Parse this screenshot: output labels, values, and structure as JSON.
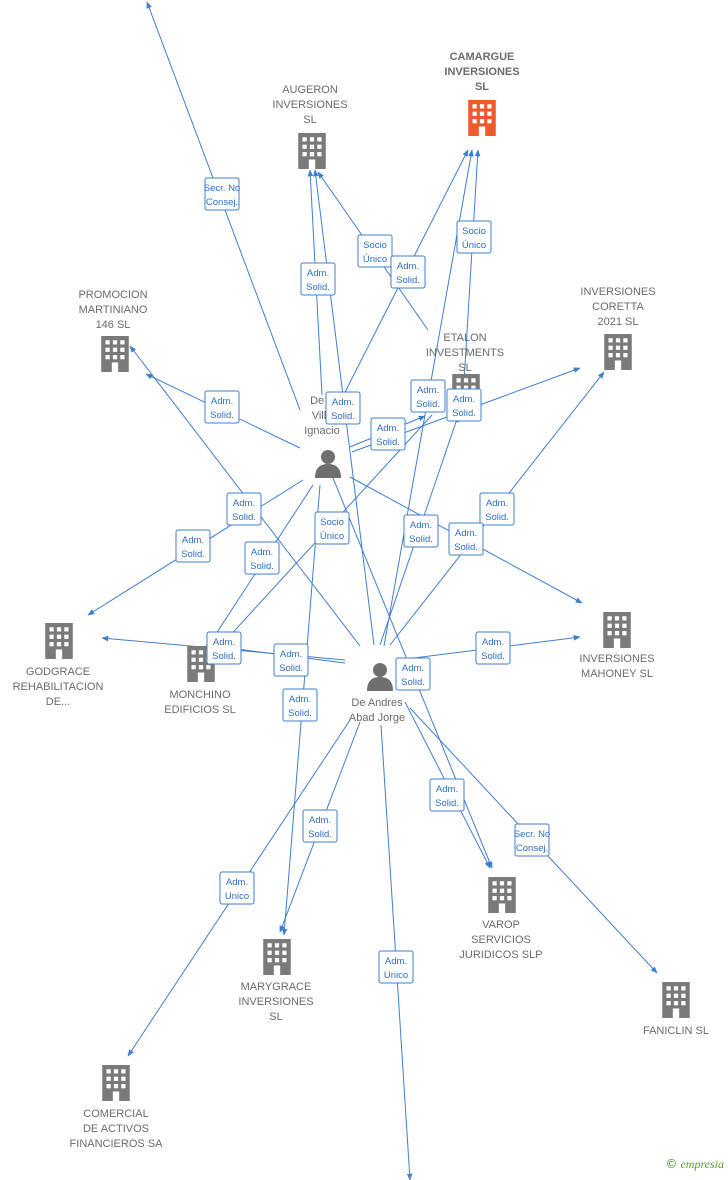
{
  "colors": {
    "edge": "#3f7fcf",
    "building": "#7a7a7a",
    "focus_building": "#ef5a2a",
    "person": "#6f6f6f",
    "label": "#6b6b6b"
  },
  "nodes": [
    {
      "id": "camargue",
      "type": "company",
      "focus": true,
      "lines": [
        "CAMARGUE",
        "INVERSIONES",
        "SL"
      ]
    },
    {
      "id": "augeron",
      "type": "company",
      "lines": [
        "AUGERON",
        "INVERSIONES",
        "SL"
      ]
    },
    {
      "id": "promocion",
      "type": "company",
      "lines": [
        "PROMOCION",
        "MARTINIANO",
        "146  SL"
      ]
    },
    {
      "id": "coretta",
      "type": "company",
      "lines": [
        "INVERSIONES",
        "CORETTA",
        "2021  SL"
      ]
    },
    {
      "id": "etalon",
      "type": "company",
      "lines": [
        "ETALON",
        "INVESTMENTS",
        "SL"
      ]
    },
    {
      "id": "godgrace",
      "type": "company",
      "lines": [
        "GODGRACE",
        "REHABILITACION",
        "DE..."
      ]
    },
    {
      "id": "monchino",
      "type": "company",
      "lines": [
        "MONCHINO",
        "EDIFICIOS  SL"
      ]
    },
    {
      "id": "mahoney",
      "type": "company",
      "lines": [
        "INVERSIONES",
        "MAHONEY  SL"
      ]
    },
    {
      "id": "varop",
      "type": "company",
      "lines": [
        "VAROP",
        "SERVICIOS",
        "JURIDICOS  SLP"
      ]
    },
    {
      "id": "marygrace",
      "type": "company",
      "lines": [
        "MARYGRACE",
        "INVERSIONES",
        "SL"
      ]
    },
    {
      "id": "faniclin",
      "type": "company",
      "lines": [
        "FANICLIN SL"
      ]
    },
    {
      "id": "comercial",
      "type": "company",
      "lines": [
        "COMERCIAL",
        "DE ACTIVOS",
        "FINANCIEROS SA"
      ]
    },
    {
      "id": "person1",
      "type": "person",
      "lines": [
        "De A",
        "Villa",
        "Ignacio"
      ]
    },
    {
      "id": "person2",
      "type": "person",
      "lines": [
        "De Andres",
        "Abad Jorge"
      ]
    }
  ],
  "edges": [
    {
      "from": "person1",
      "to": "top_offscreen",
      "label": [
        "Secr.  No",
        "Consej."
      ]
    },
    {
      "from": "person1",
      "to": "augeron",
      "label": [
        "Adm.",
        "Solid."
      ]
    },
    {
      "from": "etalon",
      "to": "augeron",
      "label": [
        "Socio",
        "Único"
      ]
    },
    {
      "from": "person1",
      "to": "camargue",
      "label": [
        "Adm.",
        "Solid."
      ]
    },
    {
      "from": "etalon",
      "to": "camargue",
      "label": [
        "Socio",
        "Único"
      ]
    },
    {
      "from": "person1",
      "to": "promocion",
      "label": [
        "Adm.",
        "Solid."
      ]
    },
    {
      "from": "person2",
      "to": "augeron",
      "label": [
        "Adm.",
        "Solid."
      ]
    },
    {
      "from": "person1",
      "to": "etalon",
      "label": [
        "Adm.",
        "Solid."
      ]
    },
    {
      "from": "person2",
      "to": "etalon",
      "label": [
        "Adm.",
        "Solid."
      ]
    },
    {
      "from": "person2",
      "to": "camargue",
      "label": [
        "Adm.",
        "Solid."
      ]
    },
    {
      "from": "person1",
      "to": "coretta",
      "label": [
        "Adm.",
        "Solid."
      ]
    },
    {
      "from": "person2",
      "to": "promocion",
      "label": [
        "Adm.",
        "Solid."
      ]
    },
    {
      "from": "person1",
      "to": "godgrace",
      "label": [
        "Adm.",
        "Solid."
      ]
    },
    {
      "from": "person1",
      "to": "monchino",
      "label": [
        "Adm.",
        "Solid."
      ]
    },
    {
      "from": "etalon",
      "to": "monchino",
      "label": [
        "Socio",
        "Único"
      ]
    },
    {
      "from": "person2",
      "to": "coretta",
      "label": [
        "Adm.",
        "Solid."
      ]
    },
    {
      "from": "person1",
      "to": "mahoney",
      "label": [
        "Adm.",
        "Solid."
      ]
    },
    {
      "from": "person2",
      "to": "godgrace",
      "label": [
        "Adm.",
        "Solid."
      ]
    },
    {
      "from": "person2",
      "to": "monchino",
      "label": [
        "Adm.",
        "Solid."
      ]
    },
    {
      "from": "person1",
      "to": "marygrace",
      "label": [
        "Adm.",
        "Solid."
      ]
    },
    {
      "from": "person2",
      "to": "mahoney",
      "label": [
        "Adm.",
        "Solid."
      ]
    },
    {
      "from": "person1",
      "to": "varop",
      "label": [
        "Adm.",
        "Solid."
      ]
    },
    {
      "from": "person2",
      "to": "varop",
      "label": [
        "Adm.",
        "Solid."
      ]
    },
    {
      "from": "person2",
      "to": "faniclin",
      "label": [
        "Secr.  No",
        "Consej."
      ]
    },
    {
      "from": "person2",
      "to": "marygrace",
      "label": [
        "Adm.",
        "Solid."
      ]
    },
    {
      "from": "person2",
      "to": "comercial",
      "label": [
        "Adm.",
        "Unico"
      ]
    },
    {
      "from": "person2",
      "to": "bottom_offscreen",
      "label": [
        "Adm.",
        "Unico"
      ]
    }
  ],
  "brand": {
    "copyright": "©",
    "name": "empresia"
  }
}
